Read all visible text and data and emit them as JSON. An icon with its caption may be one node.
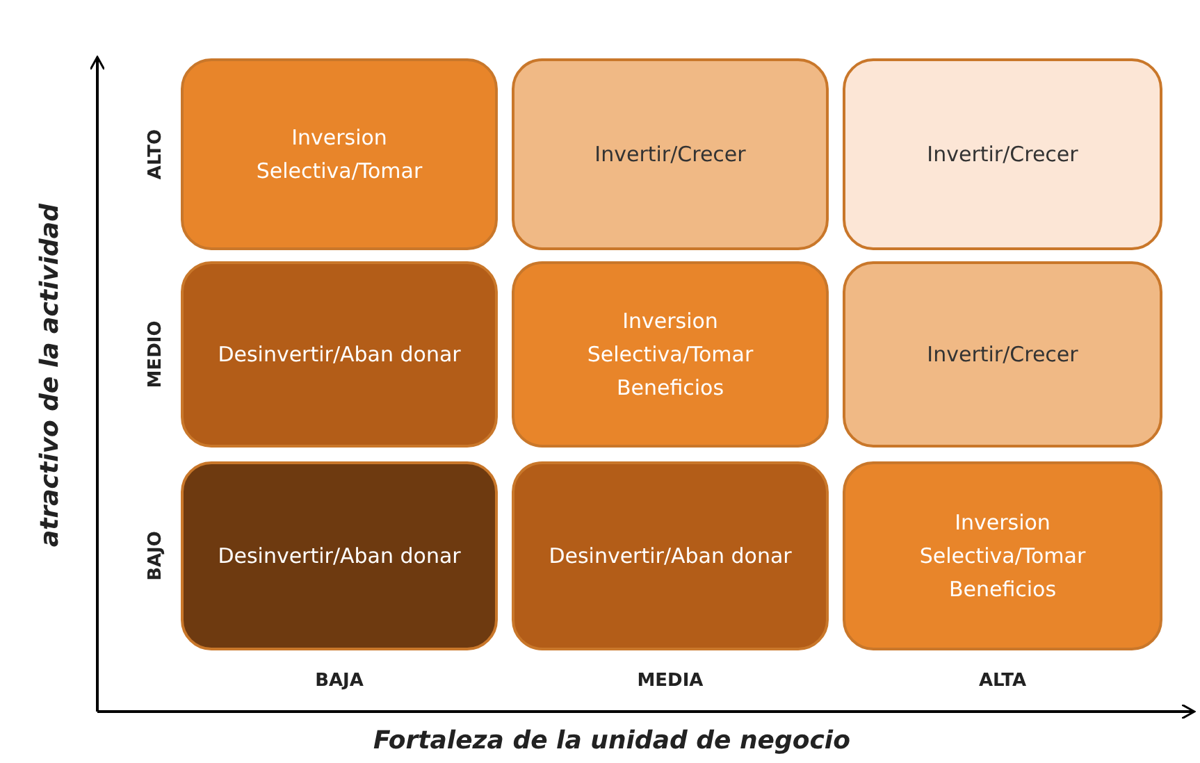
{
  "diagram": {
    "nodes": [
      {
        "text": [
          "Inversion Selectiva/Tomar"
        ]
      },
      {
        "text": [
          "Invertir/Crecer"
        ]
      },
      {
        "text": [
          "Invertir/Crecer"
        ]
      },
      {
        "text": [
          "Desinvertir/Aban donar"
        ]
      },
      {
        "text": [
          "Inversion Selectiva/Tomar Beneficios"
        ]
      },
      {
        "text": [
          "Invertir/Crecer"
        ]
      },
      {
        "text": [
          "Desinvertir/Aban donar"
        ]
      },
      {
        "text": [
          "Desinvertir/Aban donar"
        ]
      },
      {
        "text": [
          "Inversion Selectiva/Tomar Beneficios"
        ]
      }
    ],
    "labels": [
      "ALTO",
      "MEDIO",
      "BAJO",
      "BAJA",
      "MEDIA",
      "ALTA",
      "atractivo de la actividad",
      "Fortaleza de la unidad de negocio"
    ]
  }
}
